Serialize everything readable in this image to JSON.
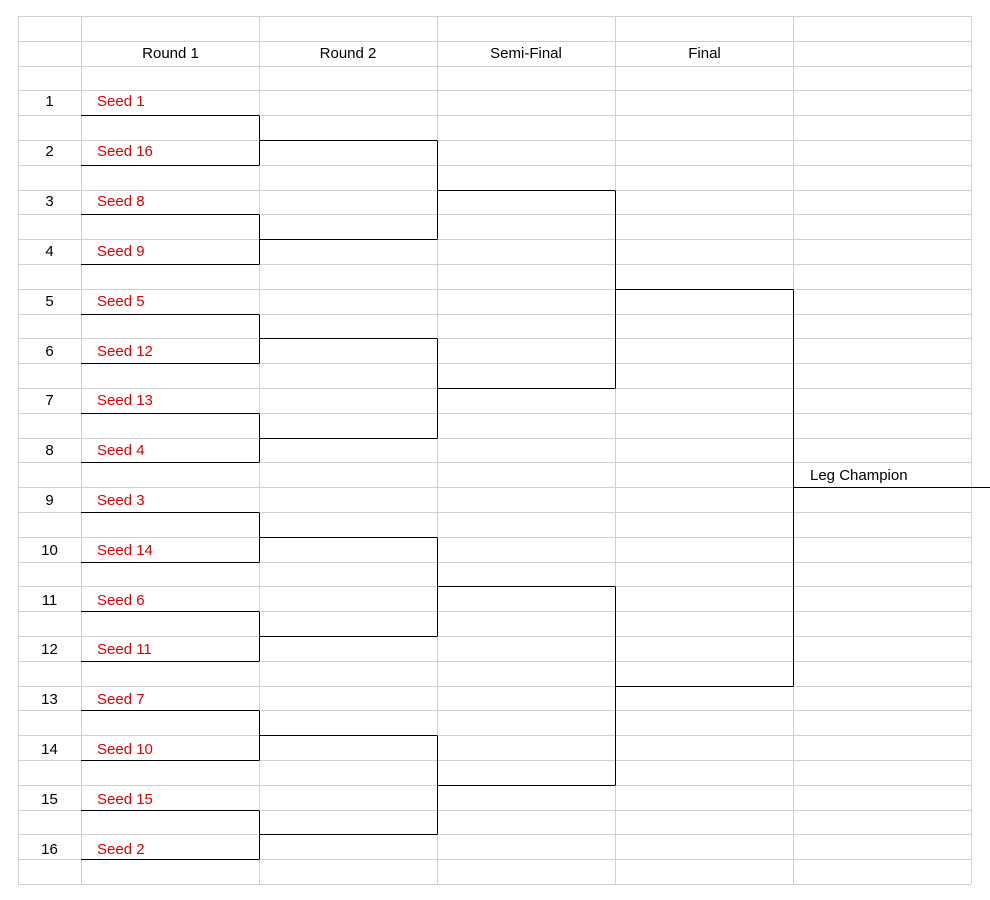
{
  "headers": [
    "Round 1",
    "Round 2",
    "Semi-Final",
    "Final"
  ],
  "rows": [
    {
      "num": "1",
      "seed": "Seed 1"
    },
    {
      "num": "2",
      "seed": "Seed 16"
    },
    {
      "num": "3",
      "seed": "Seed 8"
    },
    {
      "num": "4",
      "seed": "Seed 9"
    },
    {
      "num": "5",
      "seed": "Seed 5"
    },
    {
      "num": "6",
      "seed": "Seed 12"
    },
    {
      "num": "7",
      "seed": "Seed 13"
    },
    {
      "num": "8",
      "seed": "Seed 4"
    },
    {
      "num": "9",
      "seed": "Seed 3"
    },
    {
      "num": "10",
      "seed": "Seed 14"
    },
    {
      "num": "11",
      "seed": "Seed 6"
    },
    {
      "num": "12",
      "seed": "Seed 11"
    },
    {
      "num": "13",
      "seed": "Seed 7"
    },
    {
      "num": "14",
      "seed": "Seed 10"
    },
    {
      "num": "15",
      "seed": "Seed 15"
    },
    {
      "num": "16",
      "seed": "Seed 2"
    }
  ],
  "champion_label": "Leg Champion",
  "colors": {
    "seed_text": "#e00000",
    "gridline": "#d0d0d0",
    "bracket_line": "#000000"
  }
}
